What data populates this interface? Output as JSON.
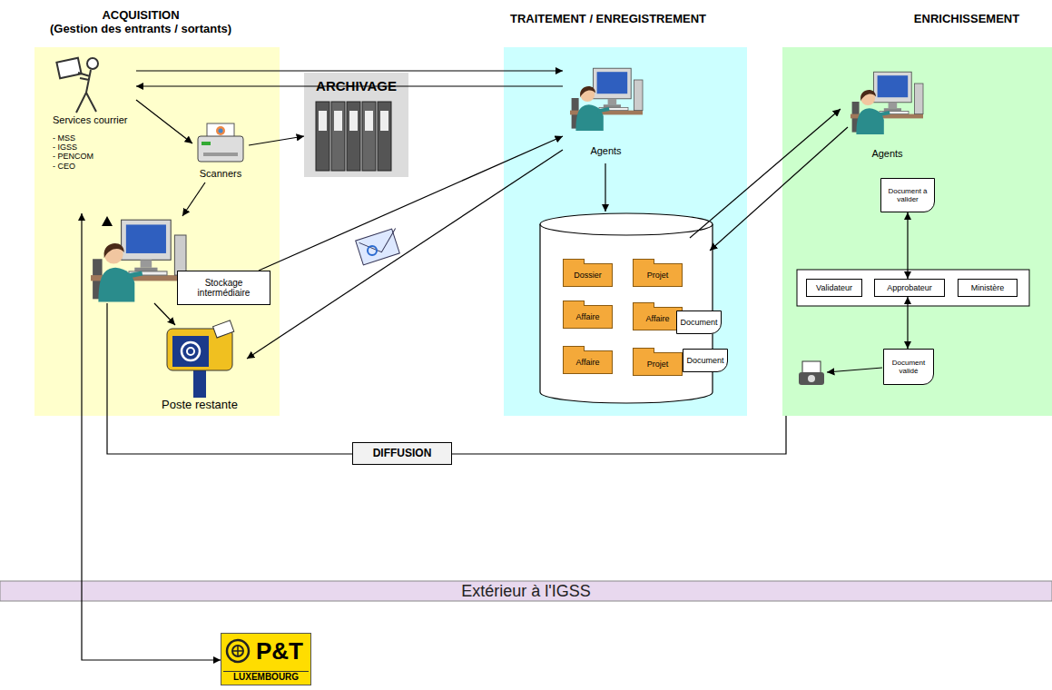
{
  "diagram": {
    "nodes": [
      {
        "text": [
          "ACQUISITION",
          "(Gestion des entrants / sortants)"
        ]
      },
      {
        "text": [
          "Services courrier",
          "- MSS",
          "- IGSS",
          "- PENCOM",
          "- CEO"
        ],
        "in": 0
      },
      {
        "text": [
          "Scanners"
        ],
        "in": 0
      },
      {
        "text": [
          "ARCHIVAGE"
        ]
      },
      {
        "text": [
          "Stockage intermédiaire"
        ],
        "in": 0
      },
      {
        "text": [
          "Poste restante"
        ],
        "in": 0
      },
      {
        "text": [
          "TRAITEMENT / ENREGISTREMENT"
        ]
      },
      {
        "text": [
          "Agents"
        ],
        "in": 6
      },
      {
        "text": [
          "Dossier"
        ],
        "in": 6
      },
      {
        "text": [
          "Projet"
        ],
        "in": 6
      },
      {
        "text": [
          "Affaire"
        ],
        "in": 6
      },
      {
        "text": [
          "Affaire"
        ],
        "in": 6
      },
      {
        "text": [
          "Document"
        ],
        "in": 6
      },
      {
        "text": [
          "Affaire"
        ],
        "in": 6
      },
      {
        "text": [
          "Projet"
        ],
        "in": 6
      },
      {
        "text": [
          "Document"
        ],
        "in": 6
      },
      {
        "text": [
          "ENRICHISSEMENT"
        ]
      },
      {
        "text": [
          "Agents"
        ],
        "in": 16
      },
      {
        "text": [
          "Document à valider"
        ],
        "in": 16
      },
      {
        "text": [
          "Validateur"
        ],
        "in": 16
      },
      {
        "text": [
          "Approbateur"
        ],
        "in": 16
      },
      {
        "text": [
          "Ministère"
        ],
        "in": 16
      },
      {
        "text": [
          "Document validé"
        ],
        "in": 16
      },
      {
        "text": [
          "DIFFUSION"
        ]
      },
      {
        "text": [
          "Extérieur à l'IGSS"
        ]
      },
      {
        "text": [
          "P&T",
          "LUXEMBOURG"
        ]
      }
    ],
    "edges": [
      {
        "from": 1,
        "to": 7,
        "arrow": "to"
      },
      {
        "from": 7,
        "to": 1,
        "arrow": "to"
      },
      {
        "from": 1,
        "to": 2,
        "arrow": "to"
      },
      {
        "from": 2,
        "to": 3,
        "arrow": "to"
      },
      {
        "from": 4,
        "to": 7,
        "arrow": "to"
      },
      {
        "from": 7,
        "to": 5,
        "arrow": "to"
      },
      {
        "from": 18,
        "to": 20,
        "arrow": "both"
      },
      {
        "from": 20,
        "to": 22,
        "arrow": "both"
      },
      {
        "from": 16,
        "to": 23,
        "arrow": "none"
      },
      {
        "from": 23,
        "to": 0,
        "arrow": "none"
      },
      {
        "from": 1,
        "to": 25,
        "arrow": "both"
      }
    ]
  }
}
